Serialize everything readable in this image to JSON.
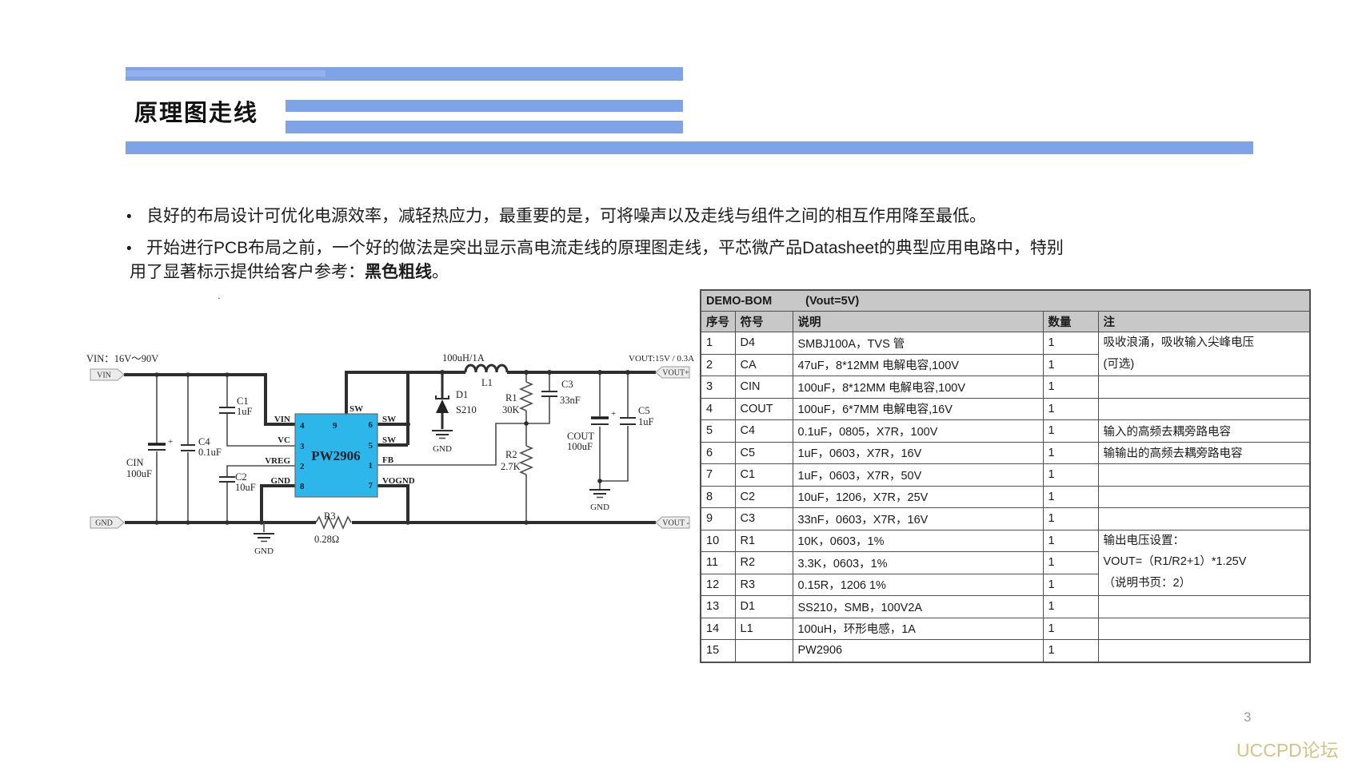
{
  "slide": {
    "title": "原理图走线",
    "bullet_glyph": "•",
    "bullet1": "良好的布局设计可优化电源效率，减轻热应力，最重要的是，可将噪声以及走线与组件之间的相互作用降至最低。",
    "bullet2_line1": "开始进行PCB布局之前，一个好的做法是突出显示高电流走线的原理图走线，平芯微产品Datasheet的典型应用电路中，特别",
    "bullet2_line2_prefix": "用了显著标示提供给客户参考：",
    "bullet2_line2_bold": "黑色粗线",
    "bullet2_line2_suffix": "。",
    "stray_dot": ".",
    "page_number": "3",
    "watermark": "UCCPD论坛"
  },
  "colors": {
    "accent_blue": "#7ea3e6",
    "chip_cyan": "#2cb6e9",
    "table_header_bg": "#c8c8c8",
    "watermark": "#d5c287",
    "page_number": "#9b9b9b"
  },
  "schematic": {
    "vin_range": "VIN：16V～90V",
    "vout_label": "VOUT:15V / 0.3A",
    "plus_sign": "+",
    "gnd_symbol_label": "GND",
    "tags": {
      "vin": "VIN",
      "gnd": "GND",
      "vout_plus": "VOUT+",
      "vout_minus": "VOUT -"
    },
    "chip": {
      "name": "PW2906",
      "pin_numbers": {
        "p4": "4",
        "p3": "3",
        "p2": "2",
        "p8": "8",
        "p9": "9",
        "p6": "6",
        "p5": "5",
        "p1": "1",
        "p7": "7"
      },
      "pin_labels": {
        "vin": "VIN",
        "vc": "VC",
        "vreg": "VREG",
        "gnd": "GND",
        "sw_top": "SW",
        "sw6": "SW",
        "sw5": "SW",
        "fb": "FB",
        "vognd": "VOGND"
      }
    },
    "components": {
      "cin": {
        "ref": "CIN",
        "value": "100uF"
      },
      "c4": {
        "ref": "C4",
        "value": "0.1uF"
      },
      "c1": {
        "ref": "C1",
        "value": "1uF"
      },
      "c2": {
        "ref": "C2",
        "value": "10uF"
      },
      "d1": {
        "ref": "D1",
        "value": "S210"
      },
      "l1": {
        "ref": "L1",
        "value": "100uH/1A"
      },
      "r1": {
        "ref": "R1",
        "value": "30K"
      },
      "r2": {
        "ref": "R2",
        "value": "2.7K"
      },
      "r3": {
        "ref": "R3",
        "value": "0.28Ω"
      },
      "c3": {
        "ref": "C3",
        "value": "33nF"
      },
      "cout": {
        "ref": "COUT",
        "value": "100uF"
      },
      "c5": {
        "ref": "C5",
        "value": "1uF"
      }
    }
  },
  "bom": {
    "title_left": "DEMO-BOM",
    "title_right": "(Vout=5V)",
    "headers": [
      "序号",
      "符号",
      "说明",
      "数量",
      "注"
    ],
    "rows": [
      {
        "no": "1",
        "ref": "D4",
        "desc": "SMBJ100A，TVS 管",
        "qty": "1",
        "note": "吸收浪涌，吸收输入尖峰电压"
      },
      {
        "no": "2",
        "ref": "CA",
        "desc": "47uF，8*12MM 电解电容,100V",
        "qty": "1",
        "note": "(可选)"
      },
      {
        "no": "3",
        "ref": "CIN",
        "desc": "100uF，8*12MM 电解电容,100V",
        "qty": "1",
        "note": ""
      },
      {
        "no": "4",
        "ref": "COUT",
        "desc": "100uF，6*7MM 电解电容,16V",
        "qty": "1",
        "note": ""
      },
      {
        "no": "5",
        "ref": "C4",
        "desc": "0.1uF，0805，X7R，100V",
        "qty": "1",
        "note": "输入的高频去耦旁路电容"
      },
      {
        "no": "6",
        "ref": "C5",
        "desc": "1uF，0603，X7R，16V",
        "qty": "1",
        "note": "输输出的高频去耦旁路电容"
      },
      {
        "no": "7",
        "ref": "C1",
        "desc": "1uF，0603，X7R，50V",
        "qty": "1",
        "note": ""
      },
      {
        "no": "8",
        "ref": "C2",
        "desc": "10uF，1206，X7R，25V",
        "qty": "1",
        "note": ""
      },
      {
        "no": "9",
        "ref": "C3",
        "desc": "33nF，0603，X7R，16V",
        "qty": "1",
        "note": ""
      },
      {
        "no": "10",
        "ref": "R1",
        "desc": "10K，0603，1%",
        "qty": "1",
        "note": "输出电压设置："
      },
      {
        "no": "11",
        "ref": "R2",
        "desc": "3.3K，0603，1%",
        "qty": "1",
        "note": "VOUT=（R1/R2+1）*1.25V"
      },
      {
        "no": "12",
        "ref": "R3",
        "desc": "0.15R，1206 1%",
        "qty": "1",
        "note": "（说明书页：2）"
      },
      {
        "no": "13",
        "ref": "D1",
        "desc": "SS210，SMB，100V2A",
        "qty": "1",
        "note": ""
      },
      {
        "no": "14",
        "ref": "L1",
        "desc": "100uH，环形电感，1A",
        "qty": "1",
        "note": ""
      },
      {
        "no": "15",
        "ref": "",
        "desc": "PW2906",
        "qty": "1",
        "note": ""
      }
    ]
  }
}
